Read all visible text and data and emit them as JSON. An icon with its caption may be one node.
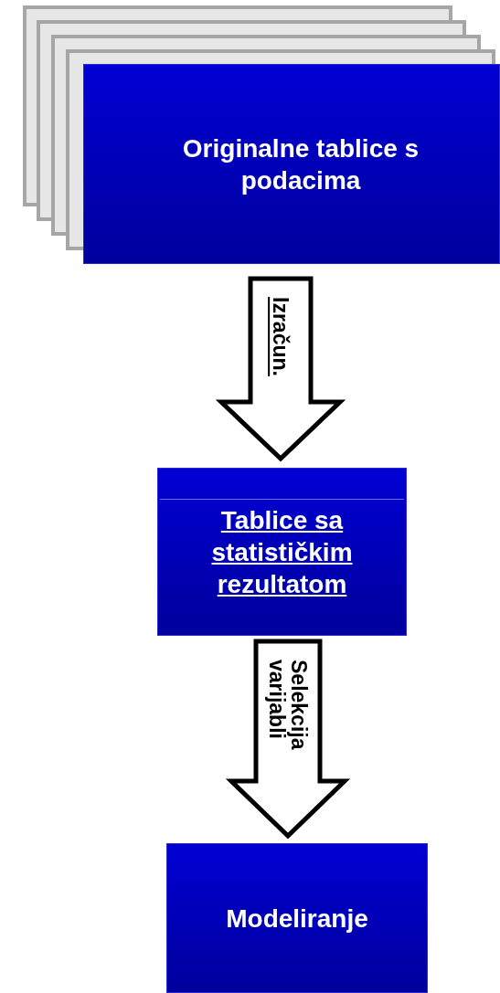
{
  "diagram": {
    "nodes": [
      {
        "text": [
          "Originalne tablice s podacima"
        ]
      },
      {
        "text": [
          "Tablice sa statističkim rezultatom"
        ]
      },
      {
        "text": [
          "Modeliranje"
        ]
      }
    ],
    "edges": [
      {
        "from": 0,
        "to": 1,
        "arrow": "to",
        "label": "Izračun."
      },
      {
        "from": 1,
        "to": 2,
        "arrow": "to",
        "label": "Selekcija varijabli"
      }
    ]
  }
}
